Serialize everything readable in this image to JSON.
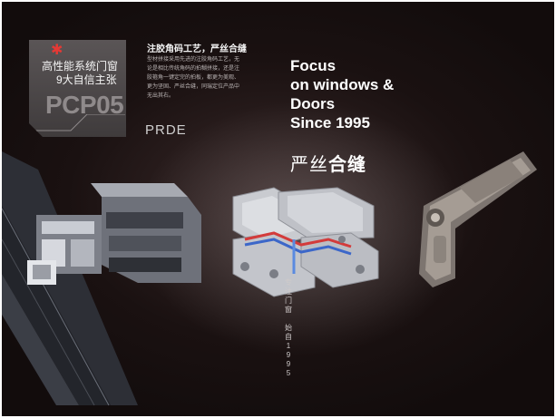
{
  "badge": {
    "line1": "高性能系统门窗",
    "line2": "9大自信主张",
    "code": "PCP05"
  },
  "heading_cn": "注胶角码工艺，严丝合缝",
  "description_lines": [
    "型材拼接采用先进的注胶角码工艺，无",
    "论是相比传统角码的拍糊拼接，还是注",
    "胶箍角一键定完的拍板，都更为美观、",
    "更为坚固、严丝合缝，同瑞定位产品中",
    "无出其右。"
  ],
  "brand": "PRDE",
  "focus_lines": [
    "Focus",
    "on windows &",
    "Doors",
    "Since 1995"
  ],
  "slogan": {
    "part1": "严丝",
    "part2": "合缝"
  },
  "vertical_tagline": "专注门窗 始自1995",
  "colors": {
    "background": "#1a1111",
    "accent": "#e53935",
    "badge": "#4d4849"
  }
}
